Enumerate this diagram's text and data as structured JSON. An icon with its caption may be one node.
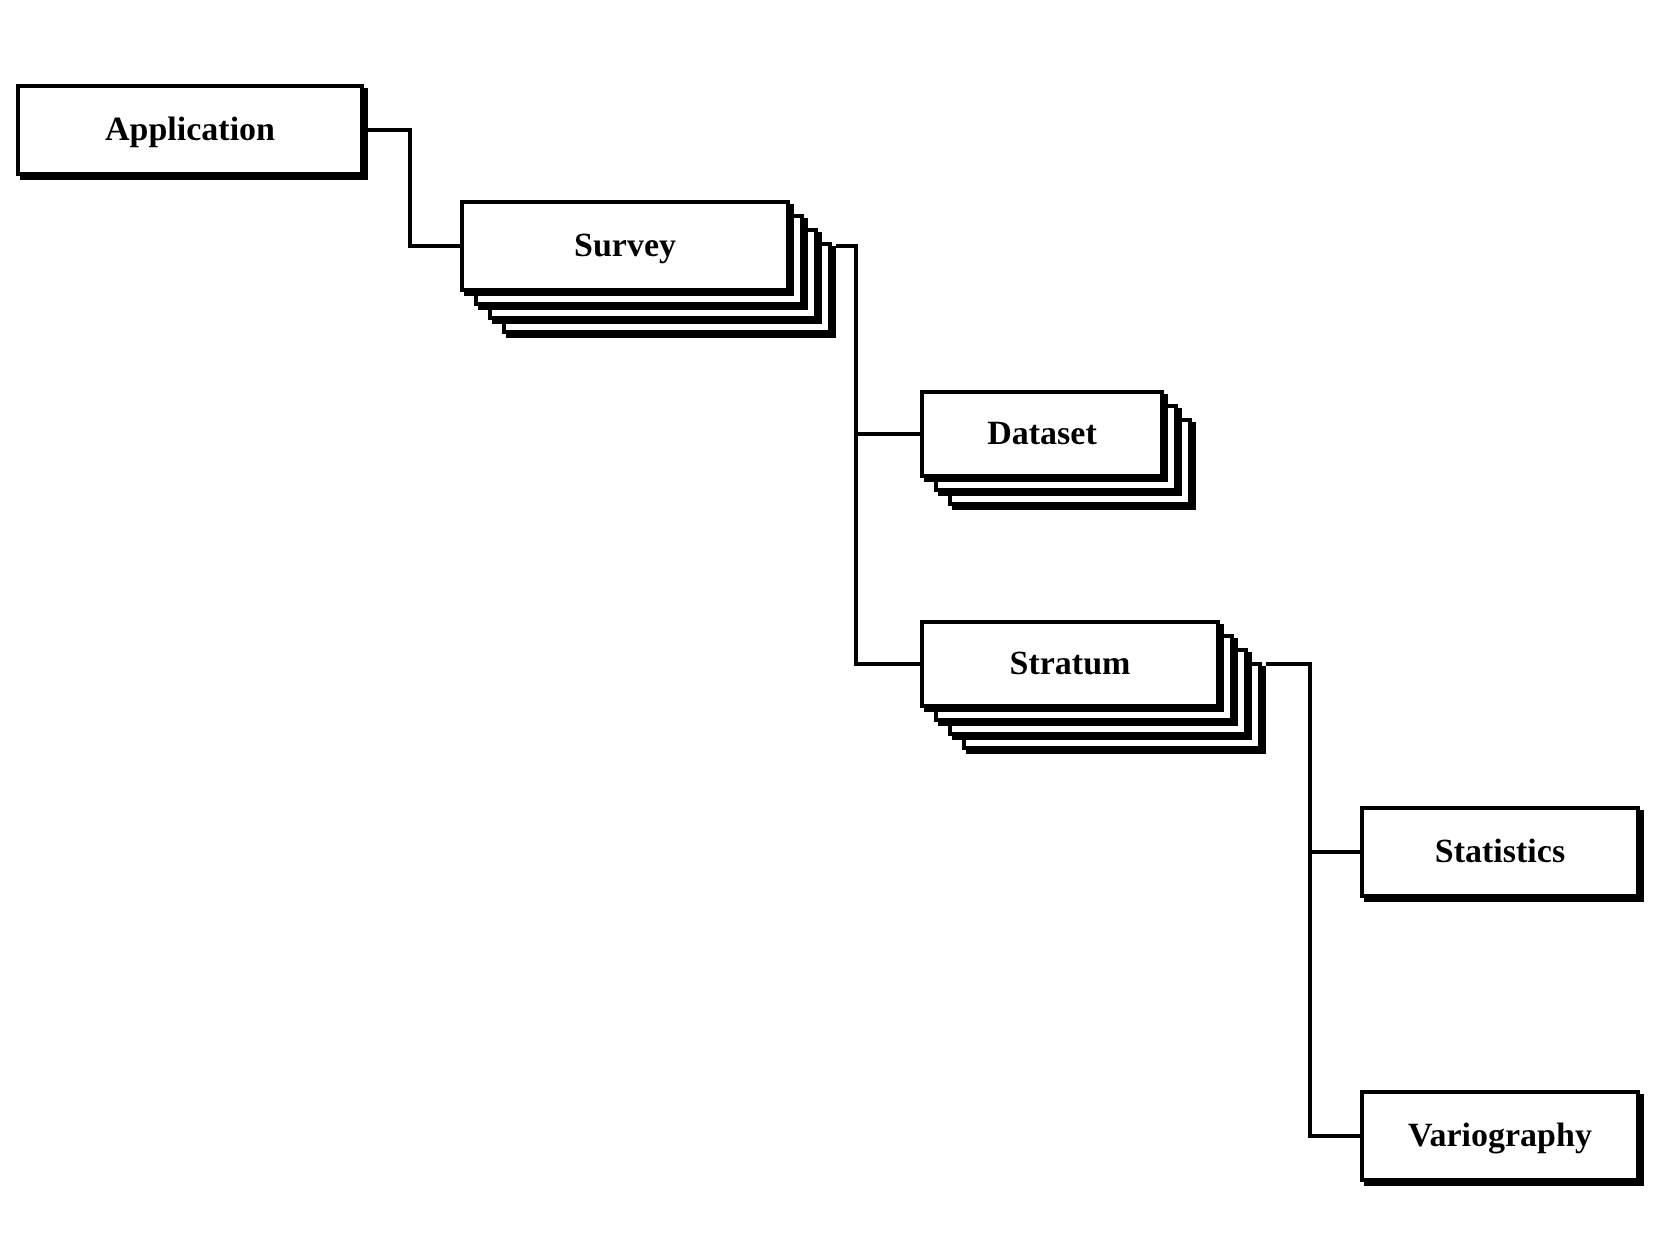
{
  "diagram": {
    "nodes": [
      {
        "text": [
          "Application"
        ]
      },
      {
        "text": [
          "Survey"
        ]
      },
      {
        "text": [
          "Dataset"
        ]
      },
      {
        "text": [
          "Stratum"
        ]
      },
      {
        "text": [
          "Statistics"
        ]
      },
      {
        "text": [
          "Variography"
        ]
      }
    ],
    "edges": [
      {
        "from": 0,
        "to": 1,
        "arrow": "none"
      },
      {
        "from": 1,
        "to": 2,
        "arrow": "none"
      },
      {
        "from": 1,
        "to": 3,
        "arrow": "none"
      },
      {
        "from": 3,
        "to": 4,
        "arrow": "none"
      },
      {
        "from": 3,
        "to": 5,
        "arrow": "none"
      }
    ]
  }
}
